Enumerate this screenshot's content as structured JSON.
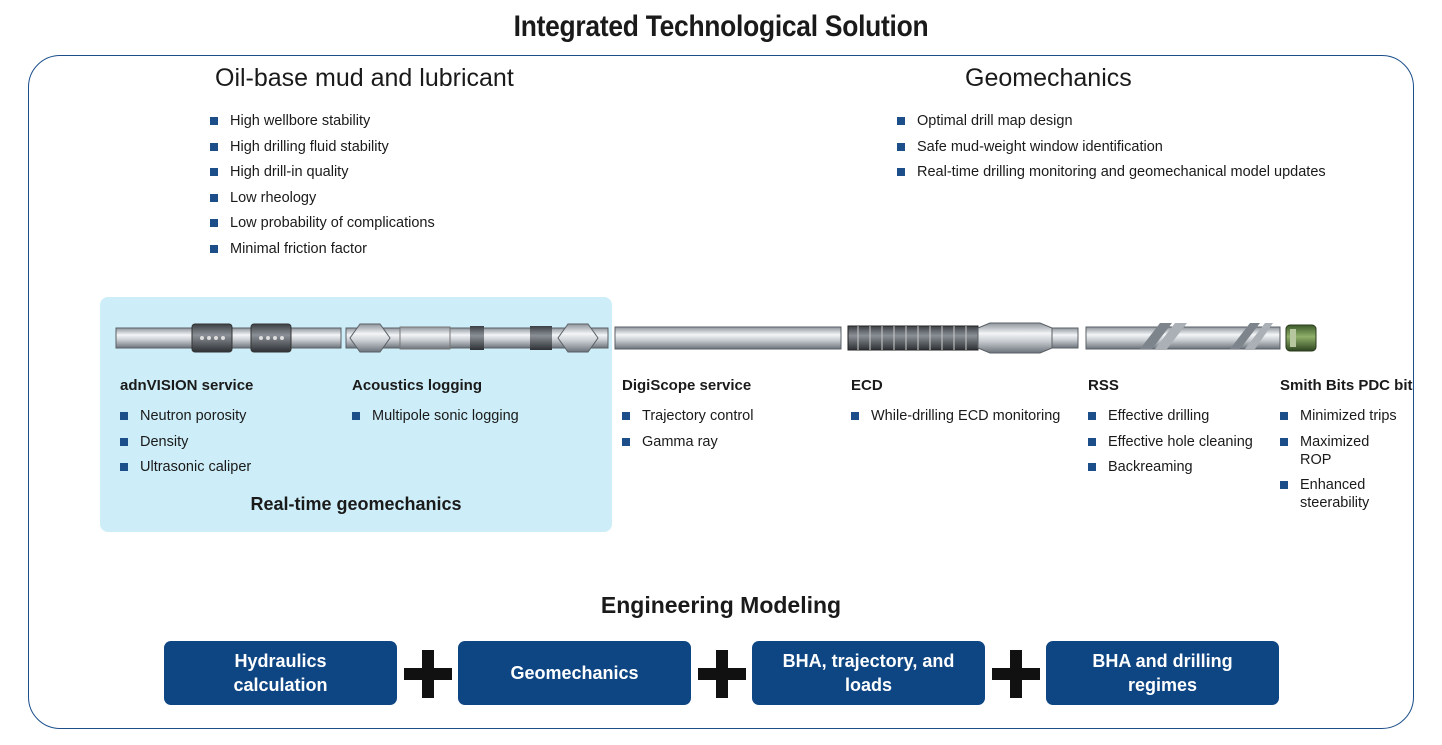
{
  "title": "Integrated Technological Solution",
  "oil": {
    "title": "Oil-base mud and lubricant",
    "items": [
      "High wellbore stability",
      "High drilling fluid stability",
      "High drill-in quality",
      "Low rheology",
      "Low probability of complications",
      "Minimal friction factor"
    ]
  },
  "geo": {
    "title": "Geomechanics",
    "items": [
      "Optimal drill map design",
      "Safe mud-weight window identification",
      "Real-time drilling monitoring and geomechanical model updates"
    ]
  },
  "tools": [
    {
      "title": "adnVISION service",
      "items": [
        "Neutron porosity",
        "Density",
        "Ultrasonic caliper"
      ]
    },
    {
      "title": "Acoustics logging",
      "items": [
        "Multipole sonic logging"
      ]
    },
    {
      "title": "DigiScope service",
      "items": [
        "Trajectory control",
        "Gamma ray"
      ]
    },
    {
      "title": "ECD",
      "items": [
        "While-drilling ECD monitoring"
      ]
    },
    {
      "title": "RSS",
      "items": [
        "Effective drilling",
        "Effective hole cleaning",
        "Backreaming"
      ]
    },
    {
      "title": "Smith Bits PDC bit",
      "items": [
        "Minimized trips",
        "Maximized  ROP",
        "Enhanced steerability"
      ]
    }
  ],
  "realtime_label": "Real-time geomechanics",
  "engineering": {
    "title": "Engineering Modeling",
    "boxes": [
      "Hydraulics calculation",
      "Geomechanics",
      "BHA, trajectory, and loads",
      "BHA and drilling regimes"
    ]
  },
  "colors": {
    "accent": "#0e4583",
    "panel": "#cdeef8",
    "frame": "#1c4f8a"
  }
}
